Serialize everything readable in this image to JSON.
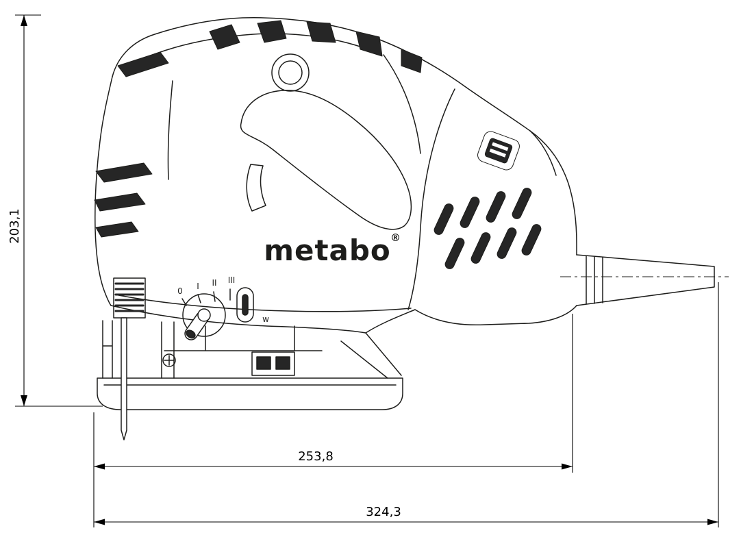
{
  "page": {
    "background": "#ffffff"
  },
  "drawing": {
    "type": "technical-dimension-drawing",
    "subject": "jigsaw side view",
    "brand": {
      "logo": "metabo",
      "registered": "®"
    },
    "dial_marks": {
      "m0": "0",
      "m1": "I",
      "m2": "II",
      "m3": "III"
    },
    "lever_mark": "w",
    "dimensions": {
      "height": "203,1",
      "body_length": "253,8",
      "total_length": "324,3"
    },
    "colors": {
      "line": "#1d1d1b",
      "fill_dark": "#262626",
      "background": "#ffffff"
    }
  }
}
